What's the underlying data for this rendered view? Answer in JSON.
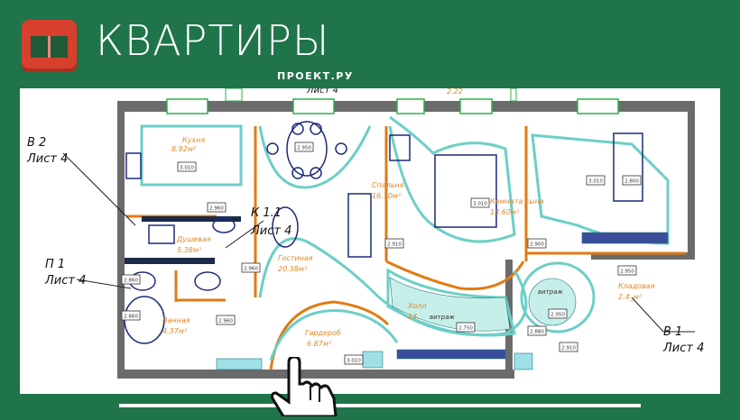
{
  "header": {
    "title": "КВАРТИРЫ",
    "subtitle": "ПРОЕКТ.РУ",
    "logo_icon": "open-book-icon"
  },
  "plan": {
    "rooms": [
      {
        "name": "Кухня",
        "area": "8.92м²"
      },
      {
        "name": "Гостиная",
        "area": "20.38м²"
      },
      {
        "name": "Спальня",
        "area": "16.70м²"
      },
      {
        "name": "Комната сына",
        "area": "13.60м²"
      },
      {
        "name": "Душевая",
        "area": "5.38м²"
      },
      {
        "name": "Ванная",
        "area": "4.37м²"
      },
      {
        "name": "Гардероб",
        "area": "6.87м²"
      },
      {
        "name": "Холл",
        "area": "14."
      },
      {
        "name": "Кладовая",
        "area": "2.4_м²"
      }
    ],
    "vitrazh": [
      "витраж",
      "витраж"
    ],
    "callouts": [
      {
        "id": "В 2",
        "sheet": "Лист 4"
      },
      {
        "id": "П 1",
        "sheet": "Лист 4"
      },
      {
        "id": "К 1.1",
        "sheet": "Лист 4"
      },
      {
        "id": "В 1",
        "sheet": "Лист 4"
      }
    ],
    "top_partial": {
      "sheet": "Лист 4",
      "area": "2.22"
    },
    "heights": [
      "3.010",
      "2.950",
      "2.960",
      "2.910",
      "3.010",
      "3.010",
      "2.800",
      "2.900",
      "2.860",
      "2.960",
      "2.960",
      "2.950",
      "2.750",
      "2.950",
      "2.880",
      "2.910",
      "3.010",
      "2.860"
    ]
  },
  "colors": {
    "background": "#1f744a",
    "logo": "#d7402c",
    "wall": "#666666",
    "partition": "#e07b14",
    "ceiling": "#6ccfc6",
    "furniture": "#1c2a7a",
    "label": "#e08a2a"
  },
  "cursor_icon": "hand-pointer-icon"
}
